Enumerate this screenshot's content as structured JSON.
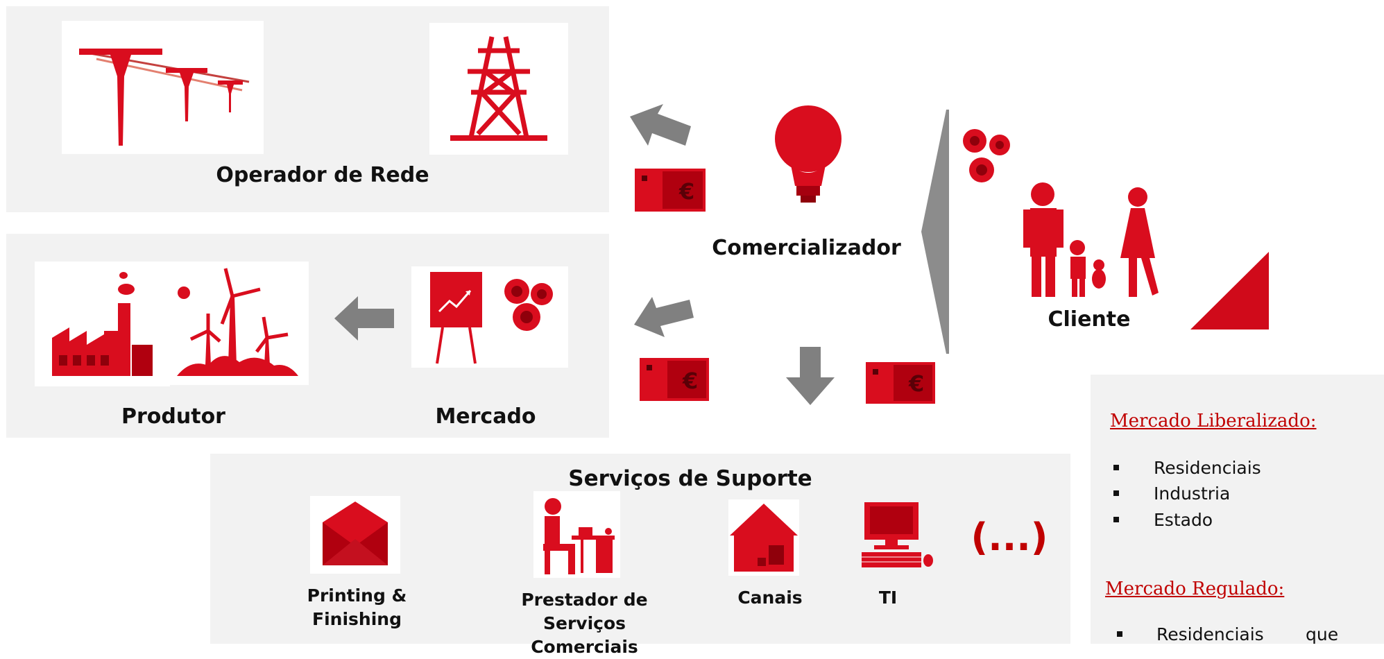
{
  "nodes": {
    "operador": "Operador de Rede",
    "produtor": "Produtor",
    "mercado": "Mercado",
    "comercializador": "Comercializador",
    "cliente": "Cliente"
  },
  "support": {
    "title": "Serviços de Suporte",
    "items": [
      {
        "line1": "Printing &",
        "line2": "Finishing"
      },
      {
        "line1": "Prestador de Serviços",
        "line2": "Comerciais"
      },
      {
        "line1": "Canais",
        "line2": ""
      },
      {
        "line1": "TI",
        "line2": ""
      }
    ],
    "ellipsis": "(...)"
  },
  "info": {
    "liberalized_title": "Mercado Liberalizado:",
    "liberalized_items": [
      "Residenciais",
      "Industria",
      "Estado"
    ],
    "regulated_title": "Mercado Regulado:",
    "regulated_items": [
      "Residenciais",
      "que"
    ]
  },
  "colors": {
    "accent": "#d90d1e",
    "dark_accent": "#a5000f",
    "arrow": "#808080",
    "panel": "#f2f2f2"
  },
  "icons": [
    "power-line-icon",
    "transmission-tower-icon",
    "factory-icon",
    "wind-turbine-icon",
    "market-chart-icon",
    "coins-icon",
    "lightbulb-icon",
    "family-icon",
    "payment-card-icon",
    "envelope-icon",
    "desk-worker-icon",
    "house-icon",
    "computer-icon"
  ]
}
